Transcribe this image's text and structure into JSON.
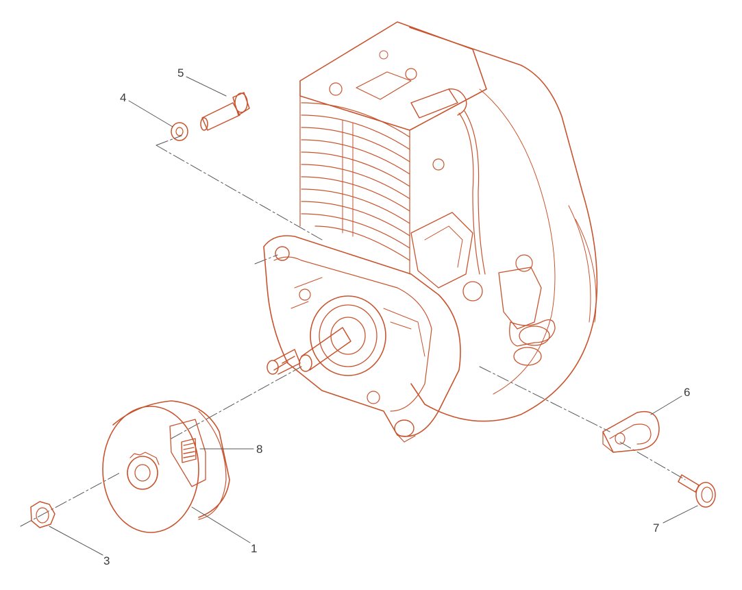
{
  "colors": {
    "line": "#c8532d",
    "fill": "#ffffff",
    "label": "#3a3a3a",
    "leader": "#555555"
  },
  "callouts": {
    "c1": "1",
    "c3": "3",
    "c4": "4",
    "c5": "5",
    "c6": "6",
    "c7": "7",
    "c8": "8"
  }
}
